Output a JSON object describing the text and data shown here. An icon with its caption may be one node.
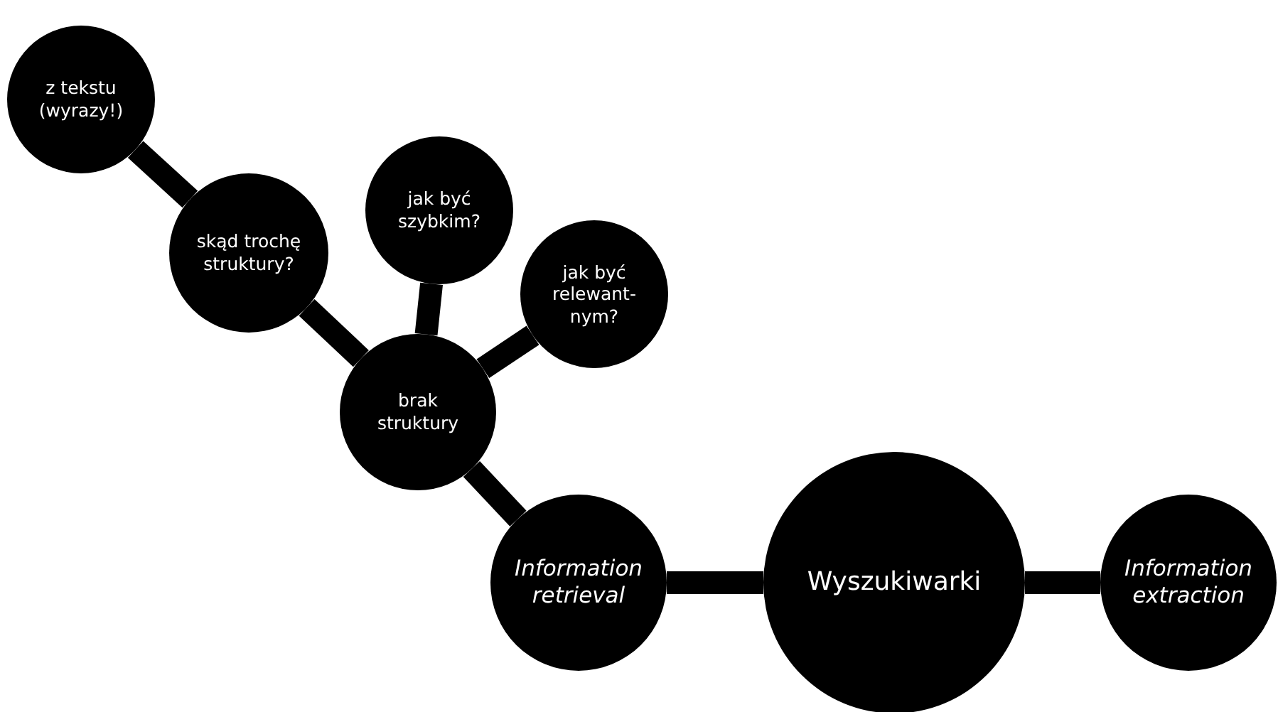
{
  "diagram": {
    "nodes": [
      {
        "text": [
          "Wyszukiwarki"
        ]
      },
      {
        "text": [
          "Information retrieval"
        ]
      },
      {
        "text": [
          "Information extraction"
        ]
      },
      {
        "text": [
          "brak struktury"
        ]
      },
      {
        "text": [
          "skąd trochę struktury?"
        ]
      },
      {
        "text": [
          "z tekstu (wyrazy!)"
        ]
      },
      {
        "text": [
          "jak być szybkim?"
        ]
      },
      {
        "text": [
          "jak być relewant- nym?"
        ]
      }
    ],
    "edges": [
      {
        "from": 0,
        "to": 1,
        "arrow": "none"
      },
      {
        "from": 0,
        "to": 2,
        "arrow": "none"
      },
      {
        "from": 1,
        "to": 3,
        "arrow": "none"
      },
      {
        "from": 3,
        "to": 4,
        "arrow": "none"
      },
      {
        "from": 4,
        "to": 5,
        "arrow": "none"
      },
      {
        "from": 3,
        "to": 6,
        "arrow": "none"
      },
      {
        "from": 3,
        "to": 7,
        "arrow": "none"
      }
    ]
  }
}
